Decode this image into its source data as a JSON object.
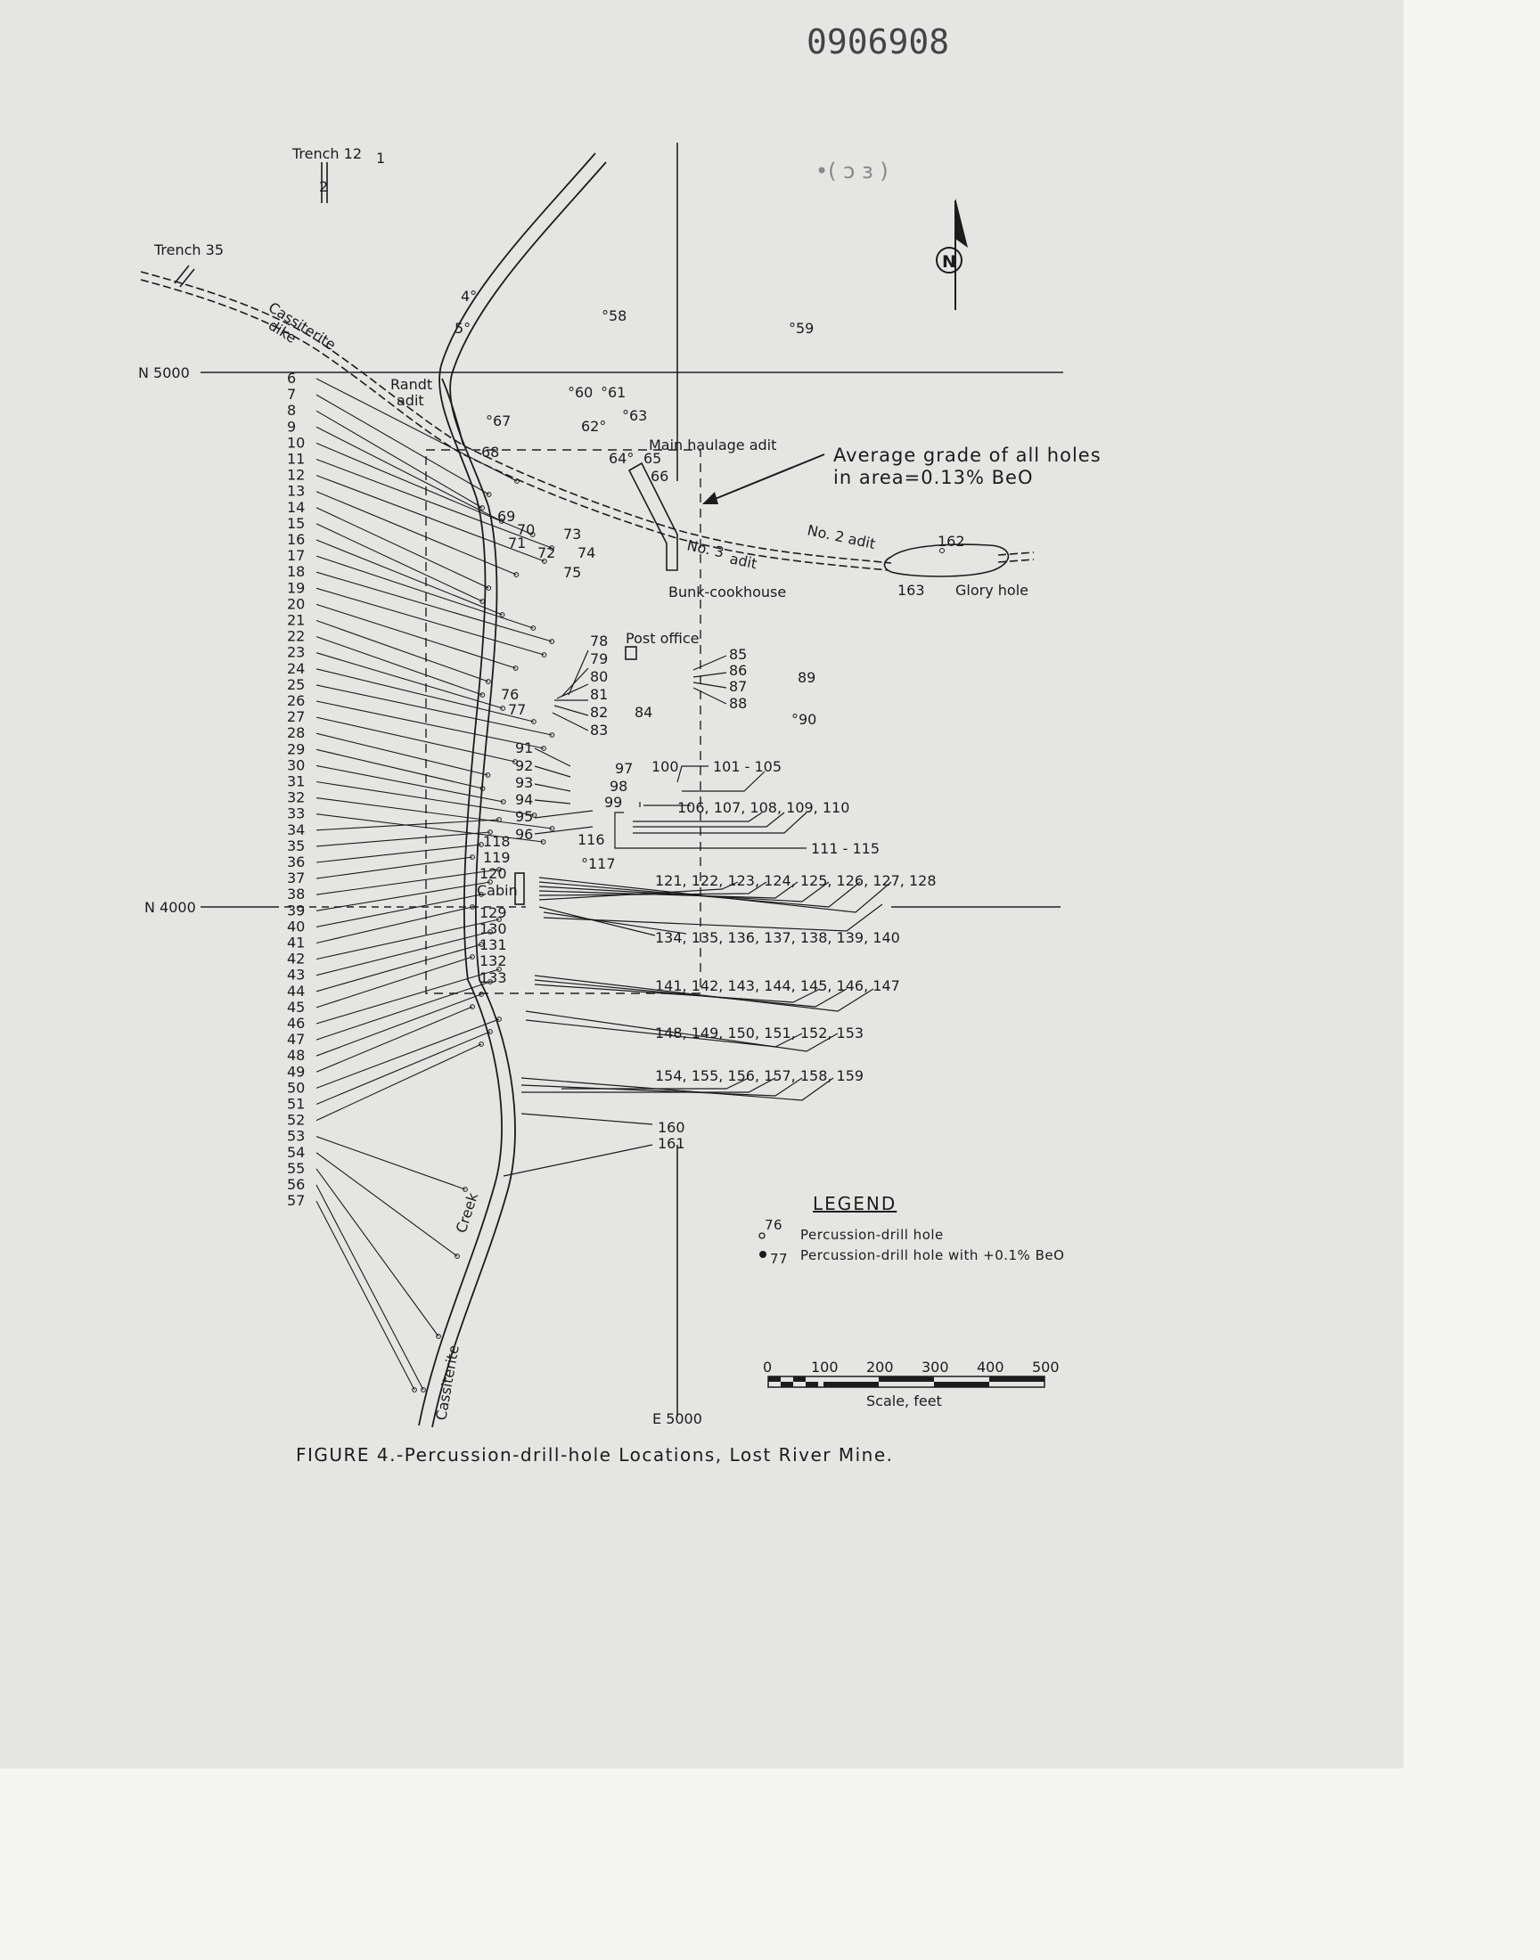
{
  "stamp": "0906908",
  "labels": {
    "trench12": "Trench 12",
    "trench35": "Trench 35",
    "randt": "Randt",
    "adit": "adit",
    "main_haulage": "Main haulage adit",
    "avg_grade_1": "Average grade of all holes",
    "avg_grade_2": "in area=0.13% BeO",
    "no2_adit": "No. 2 adit",
    "no3": "No. 3",
    "adit2": "adit",
    "bunk": "Bunk-cookhouse",
    "post_office": "Post office",
    "cabin": "Cabin",
    "glory_hole": "Glory hole",
    "cassiterite_dike_1": "Cassiterite",
    "cassiterite_dike_2": "dike",
    "creek_1": "Creek",
    "creek_2": "Cassiterite"
  },
  "grid": {
    "n5000": "N 5000",
    "n4000": "N 4000",
    "e5000": "E 5000"
  },
  "north_symbol": "N",
  "left_numbers": [
    "6",
    "7",
    "8",
    "9",
    "10",
    "11",
    "12",
    "13",
    "14",
    "15",
    "16",
    "17",
    "18",
    "19",
    "20",
    "21",
    "22",
    "23",
    "24",
    "25",
    "26",
    "27",
    "28",
    "29",
    "30",
    "31",
    "32",
    "33",
    "34",
    "35",
    "36",
    "37",
    "38",
    "39",
    "40",
    "41",
    "42",
    "43",
    "44",
    "45",
    "46",
    "47",
    "48",
    "49",
    "50",
    "51",
    "52",
    "53",
    "54",
    "55",
    "56",
    "57"
  ],
  "group_labels": {
    "g101": "101 - 105",
    "g106": "106, 107, 108, 109, 110",
    "g111": "111 - 115",
    "g121": "121, 122, 123, 124, 125, 126, 127, 128",
    "g134": "134, 135, 136, 137, 138, 139, 140",
    "g141": "141, 142, 143, 144, 145, 146, 147",
    "g148": "148, 149, 150, 151, 152, 153",
    "g154": "154, 155, 156, 157, 158, 159",
    "g160": "160",
    "g161": "161"
  },
  "legend": {
    "title": "LEGEND",
    "item1_num": "76",
    "item1_text": "Percussion-drill hole",
    "item2_num": "77",
    "item2_text": "Percussion-drill hole with +0.1% BeO"
  },
  "scale": {
    "ticks": [
      "0",
      "100",
      "200",
      "300",
      "400",
      "500"
    ],
    "label": "Scale, feet"
  },
  "caption": "FIGURE 4.-Percussion-drill-hole Locations, Lost River Mine."
}
